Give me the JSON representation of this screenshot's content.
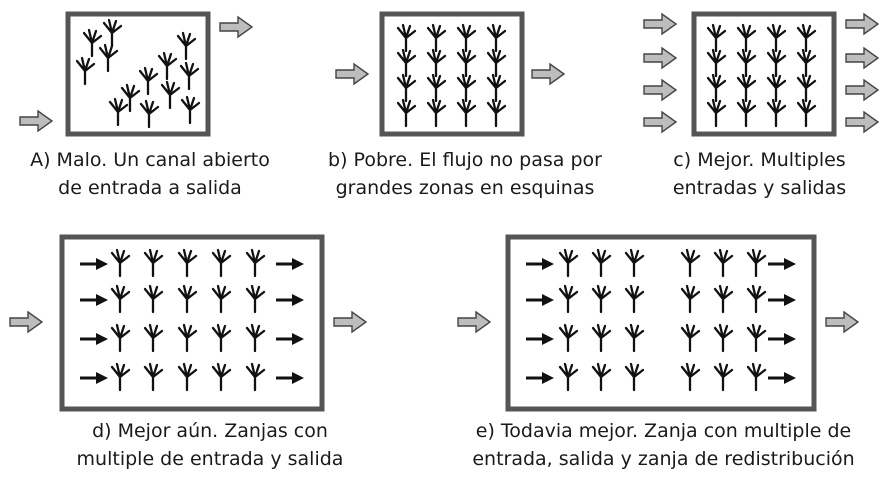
{
  "panels": {
    "a": {
      "line1": "A) Malo. Un canal abierto",
      "line2": "de entrada a salida"
    },
    "b": {
      "line1": "b) Pobre. El flujo no pasa por",
      "line2": "grandes zonas en esquinas"
    },
    "c": {
      "line1": "c) Mejor. Multiples",
      "line2": "entradas y salidas"
    },
    "d": {
      "line1": "d) Mejor aún. Zanjas con",
      "line2": "multiple de entrada y salida"
    },
    "e": {
      "line1": "e) Todavia mejor. Zanja con multiple de",
      "line2": "entrada, salida y zanja de redistribución"
    }
  },
  "colors": {
    "border": "#555555",
    "shade": "#cccccc",
    "trench": "#bdbdbd",
    "arrow_fill": "#bdbdbd",
    "ink": "#111111"
  },
  "icons": {
    "plant": "reed-plant-icon",
    "flow": "hollow-flow-arrow-icon",
    "inner_flow": "solid-black-arrow-icon"
  }
}
